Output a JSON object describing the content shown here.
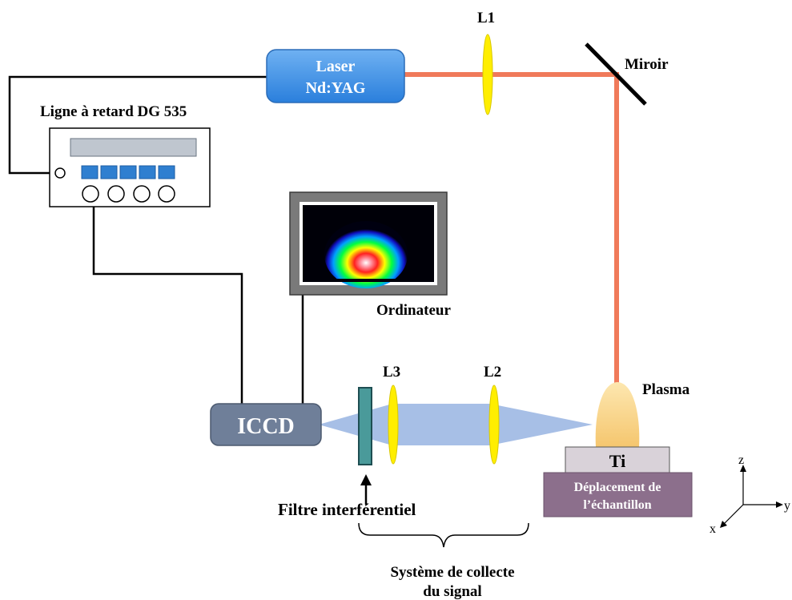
{
  "labels": {
    "laser_line1": "Laser",
    "laser_line2": "Nd:YAG",
    "l1": "L1",
    "miroir": "Miroir",
    "delay_title": "Ligne à retard DG 535",
    "ordinateur": "Ordinateur",
    "l3": "L3",
    "l2": "L2",
    "plasma": "Plasma",
    "iccd": "ICCD",
    "ti": "Ti",
    "stage_line1": "Déplacement de",
    "stage_line2": "l’échantillon",
    "filtre": "Filtre interférentiel",
    "collect_line1": "Système de collecte",
    "collect_line2": "du signal",
    "axis_z": "z",
    "axis_y": "y",
    "axis_x": "x"
  },
  "colors": {
    "laser_box": "#3a8ee6",
    "beam": "#f07a5a",
    "lens": "#ffee00",
    "iccd_box": "#6f7f99",
    "stage_box": "#8c6f8c",
    "ti_box": "#d9d2d9",
    "filter": "#4a9a9a",
    "collection_cone": "#9db8e3",
    "delay_button": "#2f7fd0",
    "monitor_frame": "#7a7a7a"
  }
}
